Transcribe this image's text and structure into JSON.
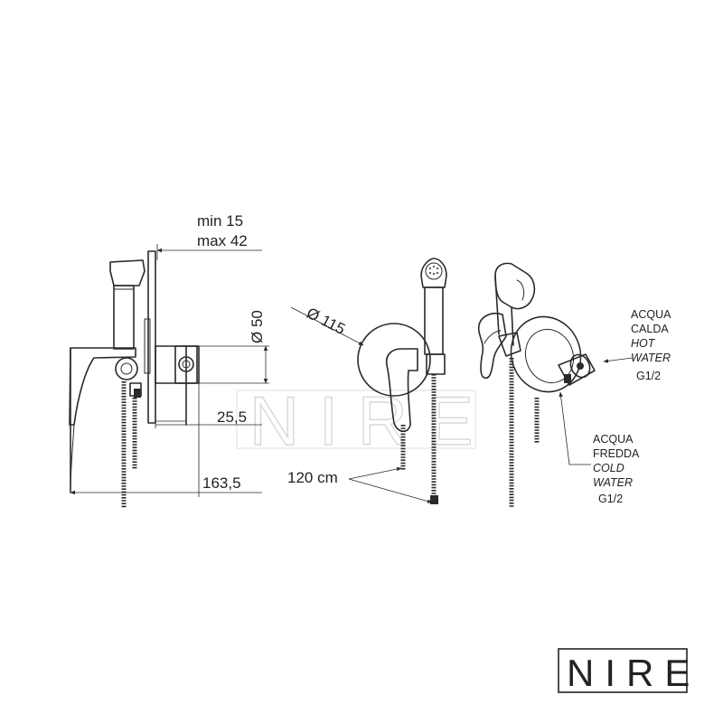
{
  "watermark": {
    "text": "NIRE"
  },
  "logo": {
    "text": "NIRE"
  },
  "dimensions": {
    "mount_min": "min 15",
    "mount_max": "max 42",
    "diameter_50": "Ø 50",
    "diameter_115": "Ø 115",
    "depth": "25,5",
    "length": "163,5",
    "hose_length": "120 cm"
  },
  "labels": {
    "hot_water": [
      "ACQUA",
      "CALDA",
      "HOT",
      "WATER",
      "G1/2"
    ],
    "cold_water": [
      "ACQUA",
      "FREDDA",
      "COLD",
      "WATER",
      "G1/2"
    ]
  }
}
